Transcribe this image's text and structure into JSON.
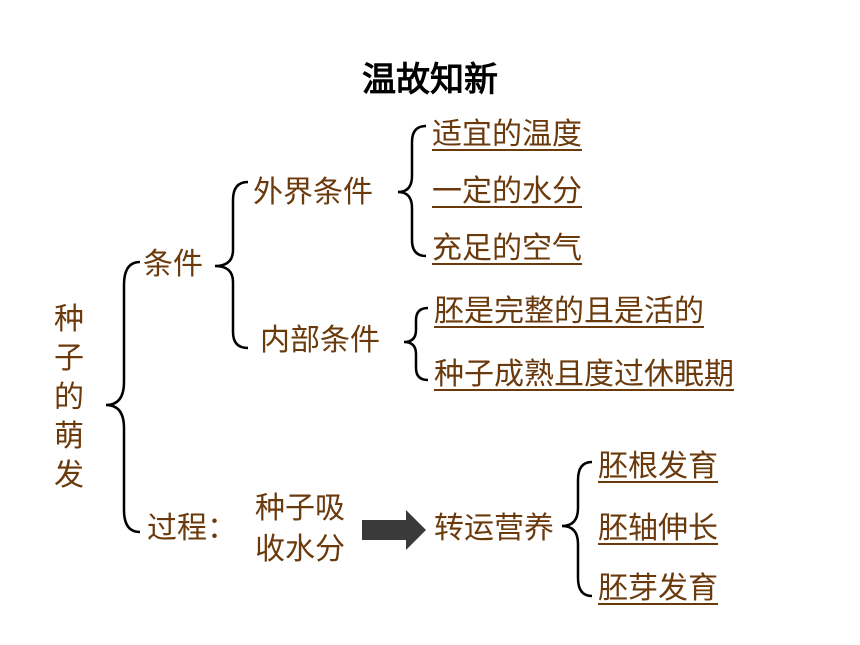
{
  "title": "温故知新",
  "root": "种子的萌发",
  "conditions": {
    "label": "条件",
    "external": {
      "label": "外界条件",
      "items": [
        "适宜的温度",
        "一定的水分",
        "充足的空气"
      ]
    },
    "internal": {
      "label": "内部条件",
      "items": [
        "胚是完整的且是活的",
        "种子成熟且度过休眠期"
      ]
    }
  },
  "process": {
    "label": "过程：",
    "step1_line1": "种子吸",
    "step1_line2": "收水分",
    "step2": "转运营养",
    "results": [
      "胚根发育",
      "胚轴伸长",
      "胚芽发育"
    ]
  }
}
